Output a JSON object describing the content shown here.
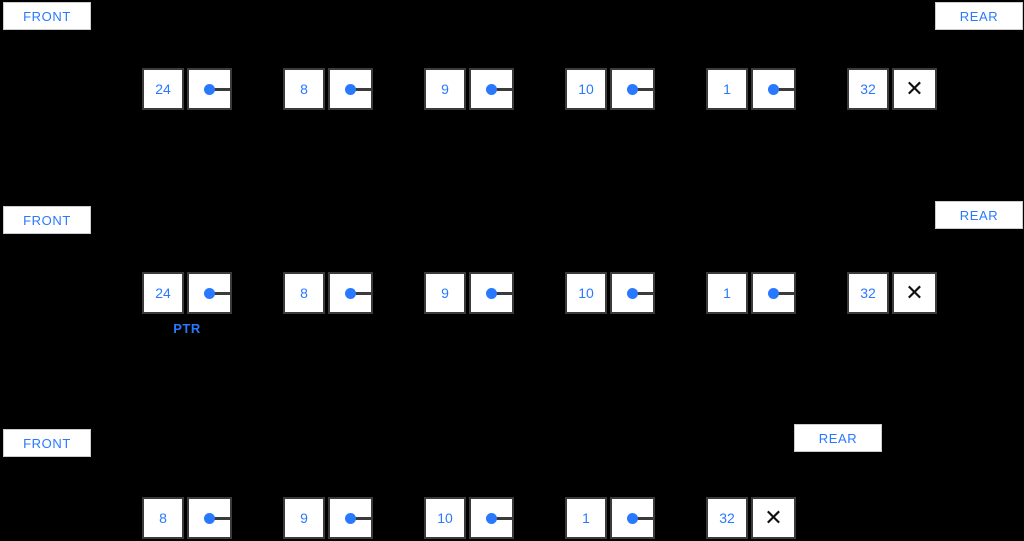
{
  "labels": {
    "front": "FRONT",
    "rear": "REAR",
    "ptr": "PTR",
    "null_symbol": "✕"
  },
  "rows": [
    {
      "values": [
        "24",
        "8",
        "9",
        "10",
        "1",
        "32"
      ]
    },
    {
      "values": [
        "24",
        "8",
        "9",
        "10",
        "1",
        "32"
      ],
      "ptr_under_index": 0
    },
    {
      "values": [
        "8",
        "9",
        "10",
        "1",
        "32"
      ]
    }
  ],
  "colors": {
    "background": "#000000",
    "accent_blue": "#2979FF",
    "cell_border": "#3b3b3b",
    "label_border": "#cccccc",
    "cell_background": "#ffffff",
    "null_x": "#111111"
  }
}
